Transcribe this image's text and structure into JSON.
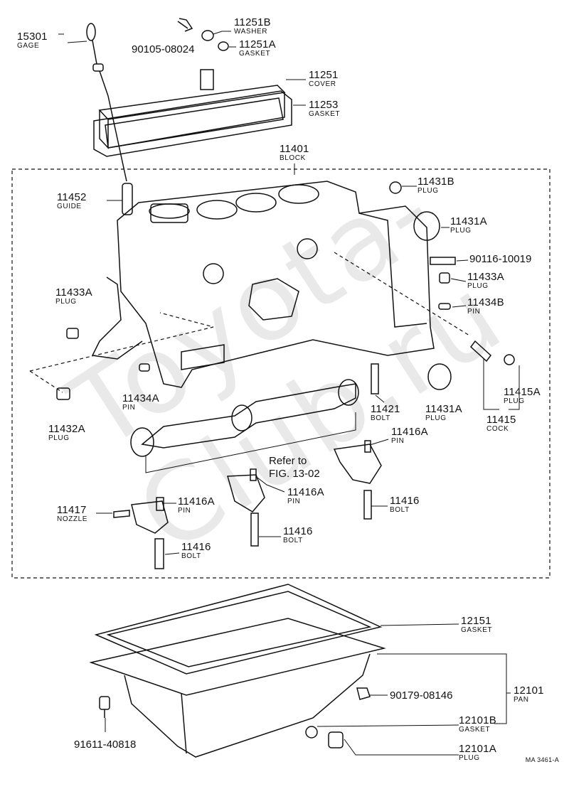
{
  "watermark": "Toyota-Club.ru",
  "drawing_code": "MA 3461-A",
  "reference": {
    "line1": "Refer to",
    "line2": "FIG. 13-02"
  },
  "parts": [
    {
      "id": "p15301",
      "number": "15301",
      "name": "GAGE"
    },
    {
      "id": "p11251B",
      "number": "11251B",
      "name": "WASHER"
    },
    {
      "id": "p90105",
      "number": "90105-08024",
      "name": ""
    },
    {
      "id": "p11251A",
      "number": "11251A",
      "name": "GASKET"
    },
    {
      "id": "p11251",
      "number": "11251",
      "name": "COVER"
    },
    {
      "id": "p11253",
      "number": "11253",
      "name": "GASKET"
    },
    {
      "id": "p11401",
      "number": "11401",
      "name": "BLOCK"
    },
    {
      "id": "p11431B",
      "number": "11431B",
      "name": "PLUG"
    },
    {
      "id": "p11452",
      "number": "11452",
      "name": "GUIDE"
    },
    {
      "id": "p11431A_top",
      "number": "11431A",
      "name": "PLUG"
    },
    {
      "id": "p90116",
      "number": "90116-10019",
      "name": ""
    },
    {
      "id": "p11433A_r",
      "number": "11433A",
      "name": "PLUG"
    },
    {
      "id": "p11434B",
      "number": "11434B",
      "name": "PIN"
    },
    {
      "id": "p11433A_l",
      "number": "11433A",
      "name": "PLUG"
    },
    {
      "id": "p11434A",
      "number": "11434A",
      "name": "PIN"
    },
    {
      "id": "p11421",
      "number": "11421",
      "name": "BOLT"
    },
    {
      "id": "p11431A_bot",
      "number": "11431A",
      "name": "PLUG"
    },
    {
      "id": "p11415A",
      "number": "11415A",
      "name": "PLUG"
    },
    {
      "id": "p11415",
      "number": "11415",
      "name": "COCK"
    },
    {
      "id": "p11432A",
      "number": "11432A",
      "name": "PLUG"
    },
    {
      "id": "p11416A_a",
      "number": "11416A",
      "name": "PIN"
    },
    {
      "id": "p11416A_b",
      "number": "11416A",
      "name": "PIN"
    },
    {
      "id": "p11416A_c",
      "number": "11416A",
      "name": "PIN"
    },
    {
      "id": "p11416_a",
      "number": "11416",
      "name": "BOLT"
    },
    {
      "id": "p11416_b",
      "number": "11416",
      "name": "BOLT"
    },
    {
      "id": "p11416_c",
      "number": "11416",
      "name": "BOLT"
    },
    {
      "id": "p11417",
      "number": "11417",
      "name": "NOZZLE"
    },
    {
      "id": "p12151",
      "number": "12151",
      "name": "GASKET"
    },
    {
      "id": "p12101",
      "number": "12101",
      "name": "PAN"
    },
    {
      "id": "p90179",
      "number": "90179-08146",
      "name": ""
    },
    {
      "id": "p12101B",
      "number": "12101B",
      "name": "GASKET"
    },
    {
      "id": "p91611",
      "number": "91611-40818",
      "name": ""
    },
    {
      "id": "p12101A",
      "number": "12101A",
      "name": "PLUG"
    }
  ]
}
